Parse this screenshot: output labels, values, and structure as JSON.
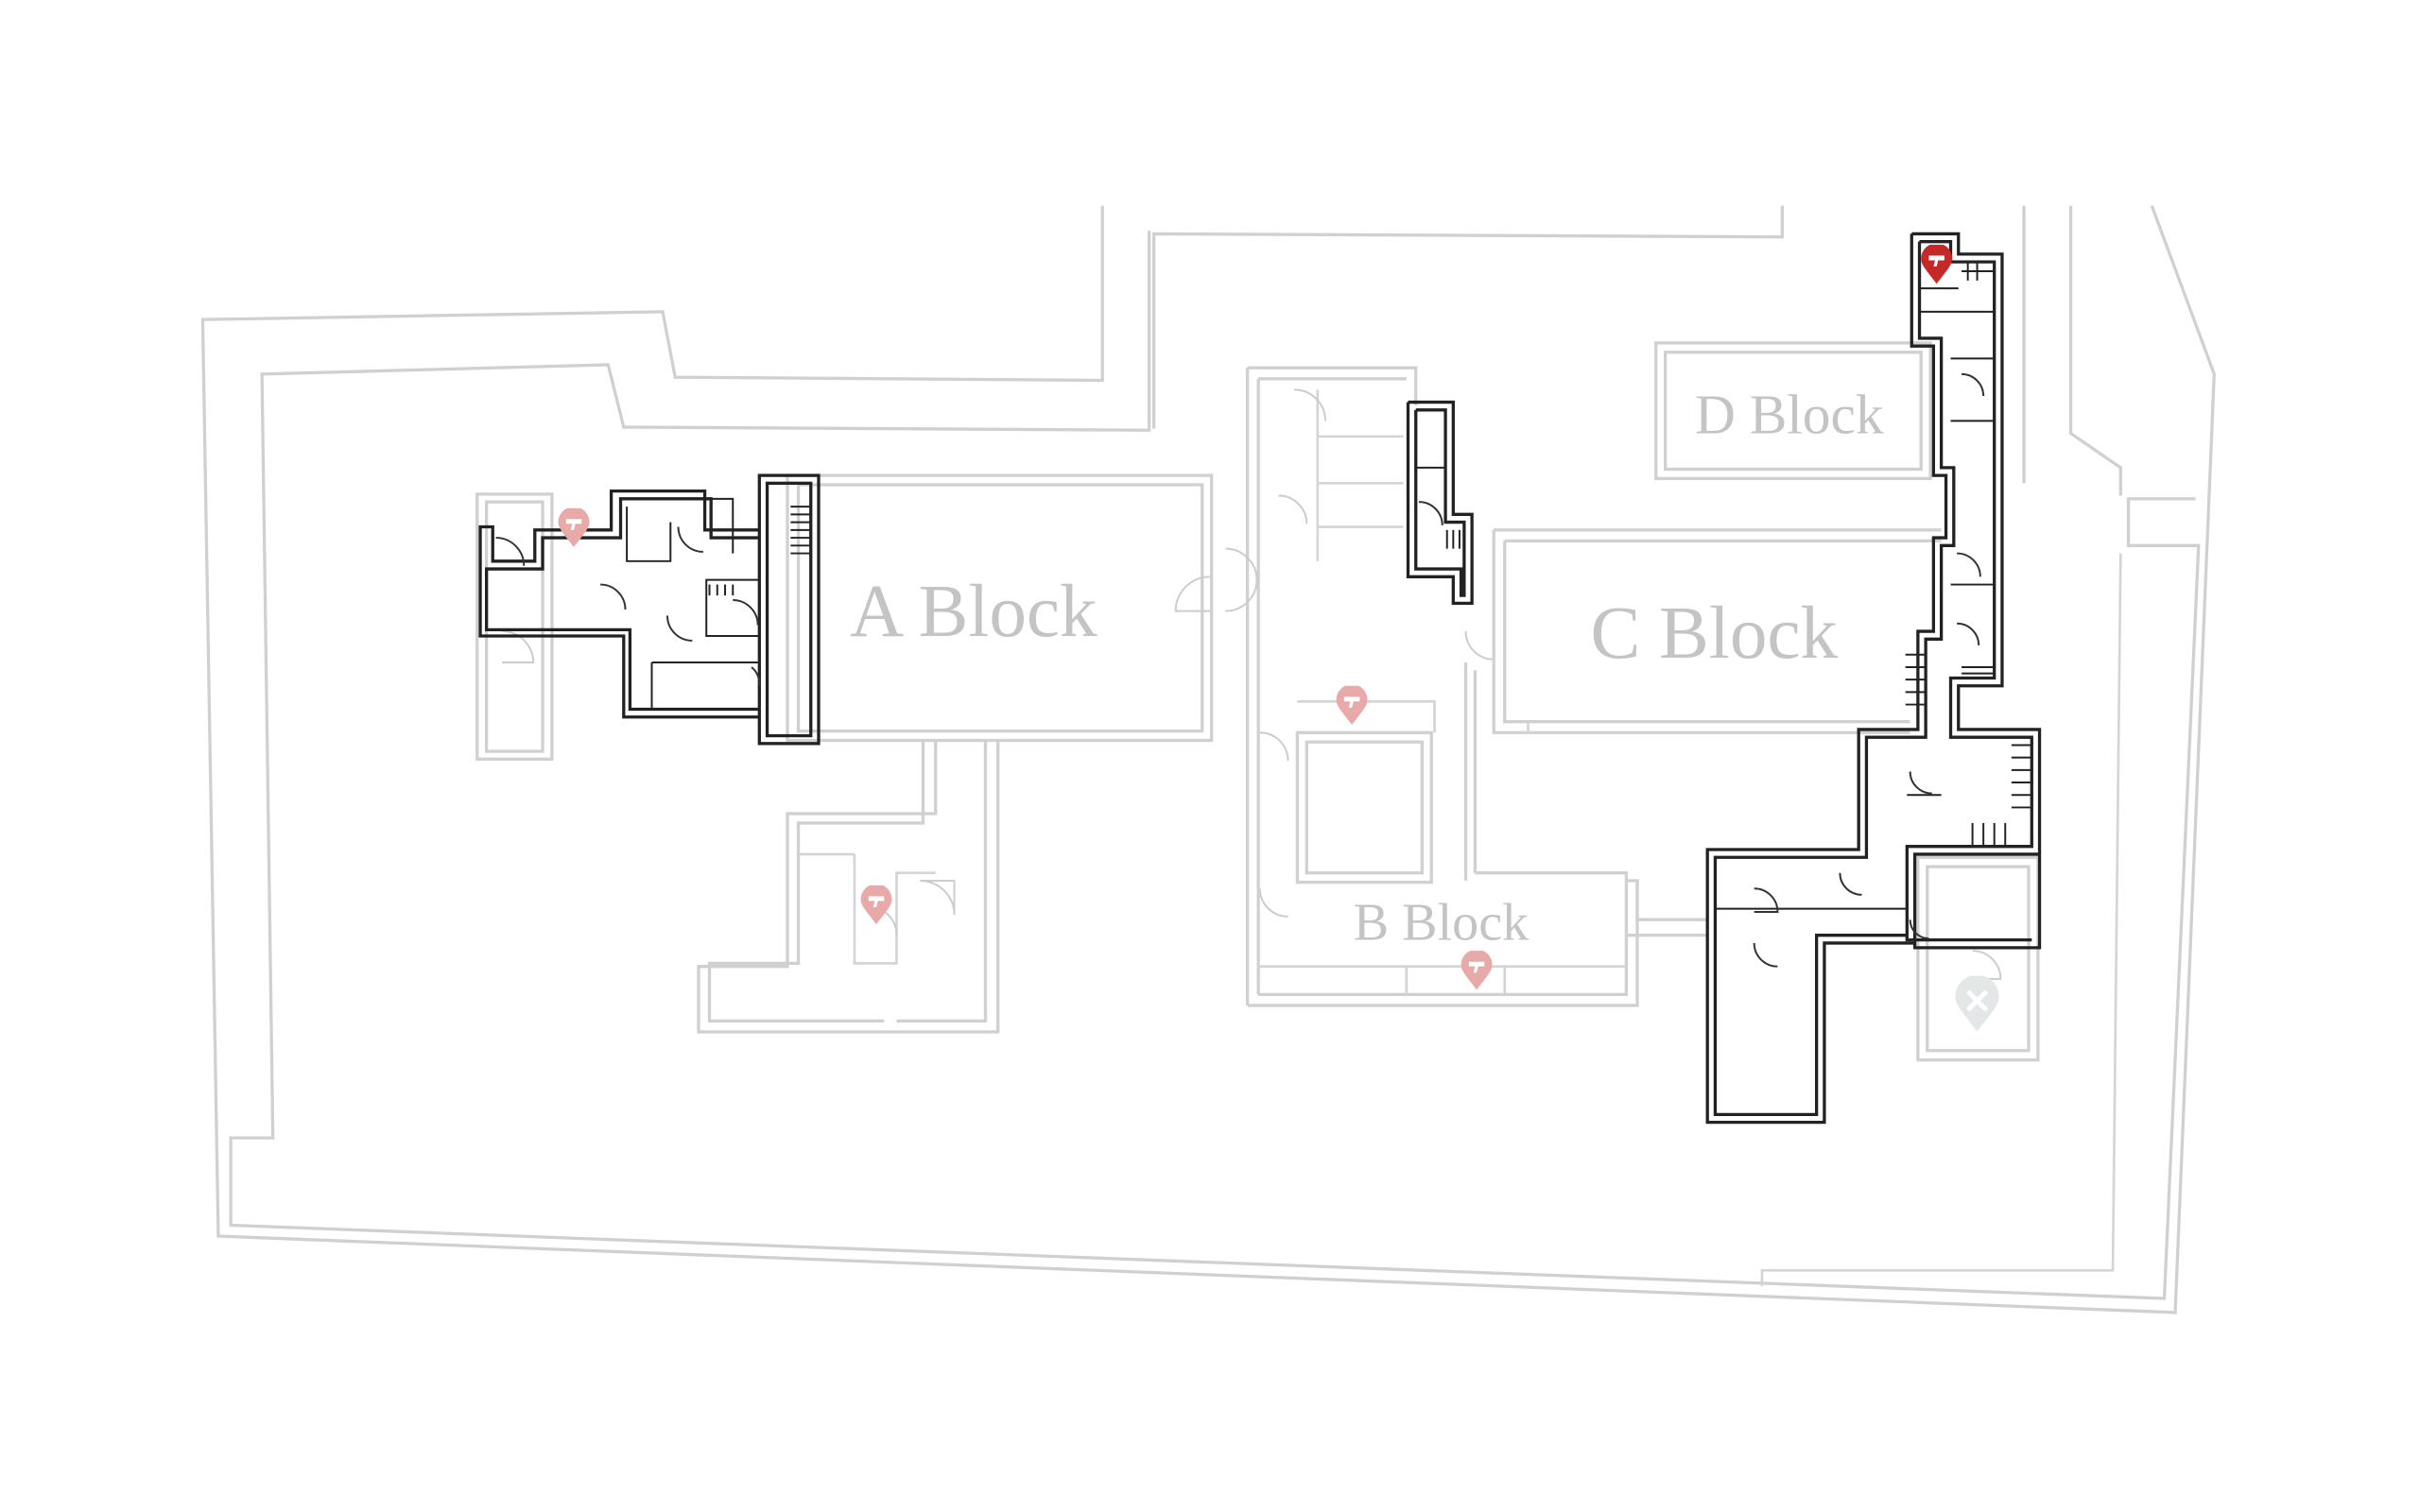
{
  "map": {
    "blocks": [
      {
        "label": "A Block"
      },
      {
        "label": "B Block"
      },
      {
        "label": "C Block"
      },
      {
        "label": "D Block"
      }
    ],
    "pins": [
      {
        "type": "weapon",
        "state": "inactive",
        "color": "#e8a9a9"
      },
      {
        "type": "weapon",
        "state": "inactive",
        "color": "#e8a9a9"
      },
      {
        "type": "weapon",
        "state": "inactive",
        "color": "#e8a9a9"
      },
      {
        "type": "weapon",
        "state": "inactive",
        "color": "#e8a9a9"
      },
      {
        "type": "weapon",
        "state": "active",
        "color": "#c62828"
      },
      {
        "type": "tools",
        "state": "inactive",
        "color": "#e3e7e7"
      }
    ],
    "colors": {
      "wall_active": "#222222",
      "wall_inactive": "#d0d0d0",
      "label": "#c4c4c4"
    }
  }
}
